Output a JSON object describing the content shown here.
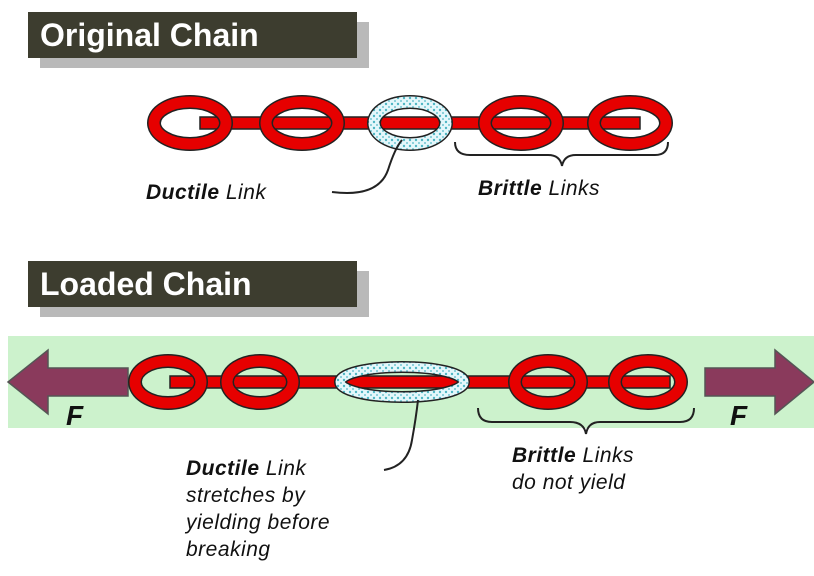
{
  "original": {
    "title": "Original Chain",
    "ductile_bold": "Ductile",
    "ductile_rest": "Link",
    "brittle_bold": "Brittle",
    "brittle_rest": "Links"
  },
  "loaded": {
    "title": "Loaded Chain",
    "ductile_bold": "Ductile",
    "ductile_rest": "Link",
    "ductile_line2": "stretches by",
    "ductile_line3": "yielding before",
    "ductile_line4": "breaking",
    "brittle_bold": "Brittle",
    "brittle_rest": "Links",
    "brittle_line2": "do not yield",
    "force_left": "F",
    "force_right": "F"
  },
  "colors": {
    "link_red": "#e60000",
    "link_outline": "#222222",
    "ductile_fill": "#e4f7fb",
    "ductile_dots": "#4fb6c4",
    "band_green": "#ccf2cc",
    "arrow_purple": "#8a3a5c",
    "title_bg": "#3d3d2f",
    "title_shadow": "#b9b9b9"
  }
}
